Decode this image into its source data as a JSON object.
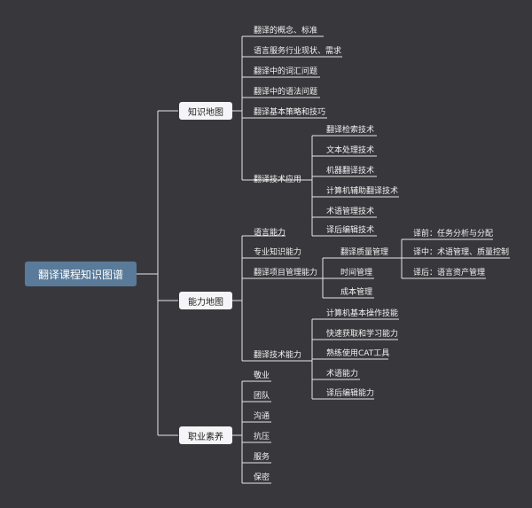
{
  "root": "翻译课程知识图谱",
  "branches": {
    "knowledge": {
      "label": "知识地图",
      "items": [
        "翻译的概念、标准",
        "语言服务行业现状、需求",
        "翻译中的词汇问题",
        "翻译中的语法问题",
        "翻译基本策略和技巧"
      ],
      "tech": {
        "label": "翻译技术应用",
        "items": [
          "翻译检索技术",
          "文本处理技术",
          "机器翻译技术",
          "计算机辅助翻译技术",
          "术语管理技术",
          "译后编辑技术"
        ]
      }
    },
    "ability": {
      "label": "能力地图",
      "items": [
        "语言能力",
        "专业知识能力"
      ],
      "pm": {
        "label": "翻译项目管理能力",
        "quality": {
          "label": "翻译质量管理",
          "items": [
            "译前：任务分析与分配",
            "译中：术语管理、质量控制",
            "译后：语言资产管理"
          ]
        },
        "items": [
          "时间管理",
          "成本管理"
        ]
      },
      "tech": {
        "label": "翻译技术能力",
        "items": [
          "计算机基本操作技能",
          "快速获取和学习能力",
          "熟练使用CAT工具",
          "术语能力",
          "译后编辑能力"
        ]
      }
    },
    "quality": {
      "label": "职业素养",
      "items": [
        "敬业",
        "团队",
        "沟通",
        "抗压",
        "服务",
        "保密"
      ]
    }
  },
  "colors": {
    "background": "#38383c",
    "root": "#5a7a99",
    "branch": "#f5f5f7",
    "line": "#e6e6e6"
  }
}
